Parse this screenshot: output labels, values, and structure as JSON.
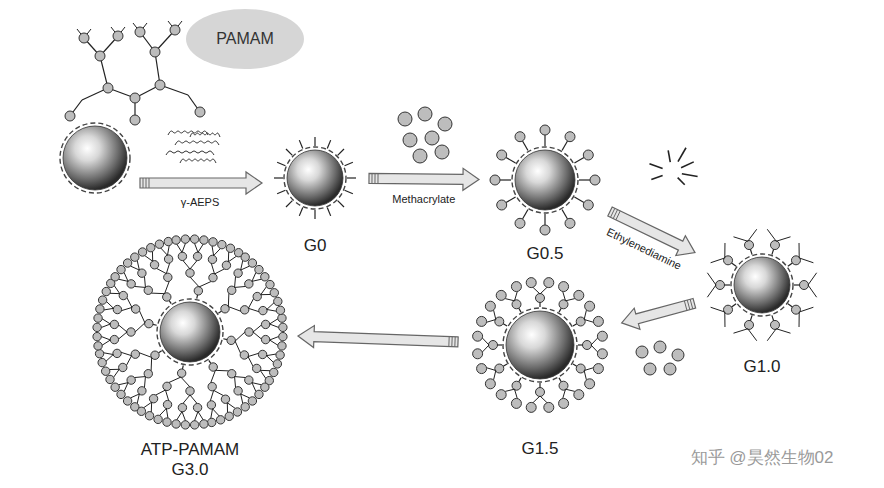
{
  "diagram": {
    "nodes": [
      {
        "text": [
          "PAMAM"
        ]
      },
      {
        "text": [
          "G0"
        ]
      },
      {
        "text": [
          "G0.5"
        ]
      },
      {
        "text": [
          "G1.0"
        ]
      },
      {
        "text": [
          "G1.5"
        ]
      },
      {
        "text": [
          "ATP-PAMAM G3.0"
        ]
      }
    ],
    "edges": [
      {
        "from": 1,
        "to": 2,
        "label": "Methacrylate",
        "arrow": "to"
      },
      {
        "from": 2,
        "to": 3,
        "label": "Ethylenediamine",
        "arrow": "to"
      },
      {
        "from": 3,
        "to": 4,
        "arrow": "to"
      },
      {
        "from": 4,
        "to": 5,
        "arrow": "to"
      }
    ],
    "labels": [
      "γ-AEPS",
      "知乎 @昊然生物02"
    ]
  }
}
